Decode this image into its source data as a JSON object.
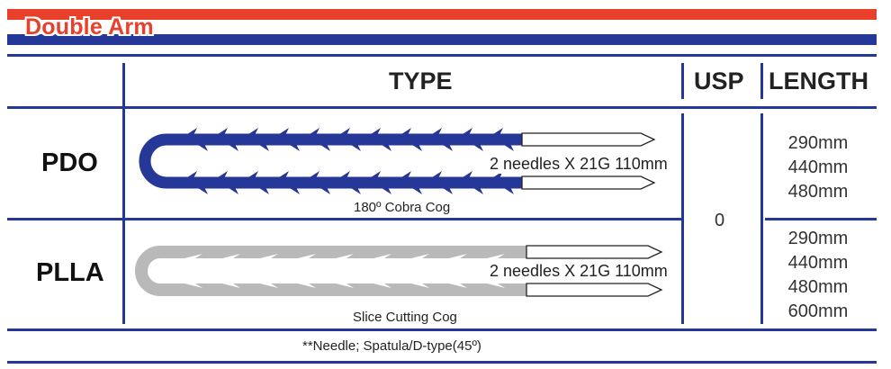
{
  "title": "Double Arm",
  "colors": {
    "red": "#e8402a",
    "blue": "#253797",
    "gray": "#b9b9b9"
  },
  "header": {
    "type": "TYPE",
    "usp": "USP",
    "length": "LENGTH"
  },
  "rows": [
    {
      "label": "PDO",
      "needles": "2 needles X 21G 110mm",
      "caption": "180º Cobra Cog",
      "lengths": [
        "290mm",
        "440mm",
        "480mm"
      ]
    },
    {
      "label": "PLLA",
      "needles": "2 needles X 21G 110mm",
      "caption": "Slice Cutting Cog",
      "lengths": [
        "290mm",
        "440mm",
        "480mm",
        "600mm"
      ]
    }
  ],
  "usp_value": "0",
  "footnote": "**Needle;  Spatula/D-type(45º)"
}
